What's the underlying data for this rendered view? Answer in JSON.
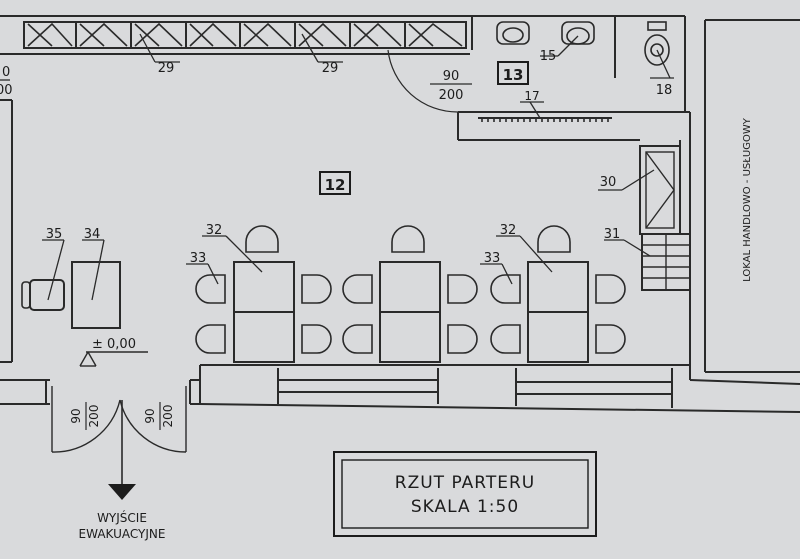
{
  "plan": {
    "title": "RZUT PARTERU",
    "scale": "SKALA 1:50",
    "exit_label_line1": "WYJŚCIE",
    "exit_label_line2": "EWAKUACYJNE",
    "side_label": "LOKAL HANDLOWO - USŁUGOWY",
    "level_mark": "± 0,00"
  },
  "rooms": {
    "room_12": "12",
    "room_13": "13"
  },
  "doors": {
    "wc_door": {
      "width": "90",
      "height": "200"
    },
    "exit_left": {
      "width": "90",
      "height": "200"
    },
    "exit_right": {
      "width": "90",
      "height": "200"
    },
    "left_edge_partial_top": "0",
    "left_edge_partial_bottom": "00"
  },
  "tags": {
    "t29a": "29",
    "t29b": "29",
    "t15": "15",
    "t18": "18",
    "t17": "17",
    "t30": "30",
    "t31": "31",
    "t32a": "32",
    "t32b": "32",
    "t33a": "33",
    "t33b": "33",
    "t34": "34",
    "t35": "35"
  },
  "colors": {
    "paper": "#d9dadc",
    "ink": "#1c1c1c"
  }
}
